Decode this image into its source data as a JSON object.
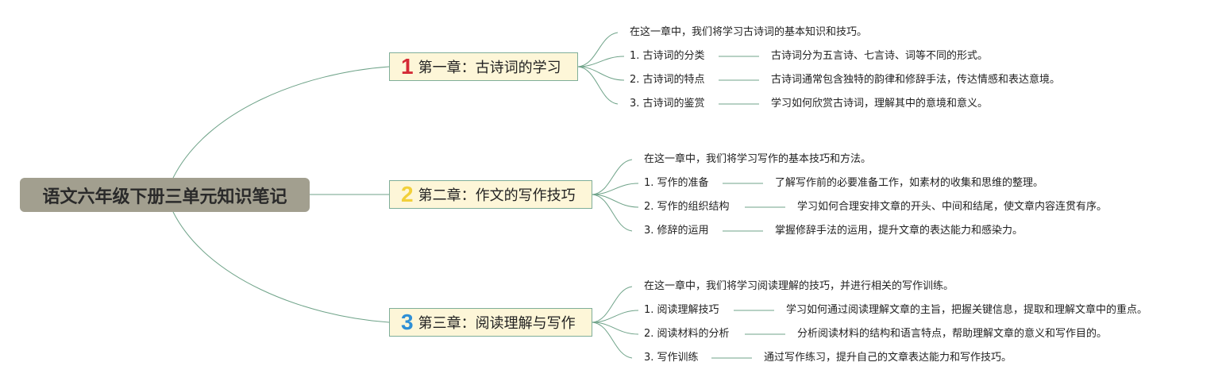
{
  "colors": {
    "root_bg": "#a29f8f",
    "chapter_bg": "#fdf6d8",
    "connector": "#6fa389",
    "num_1": "#d42a36",
    "num_2": "#f2d03a",
    "num_3": "#2e8fd6"
  },
  "root": {
    "title": "语文六年级下册三单元知识笔记"
  },
  "chapters": [
    {
      "number": "1",
      "title": "第一章：古诗词的学习",
      "intro": "在这一章中，我们将学习古诗词的基本知识和技巧。",
      "items": [
        {
          "label": "1. 古诗词的分类",
          "detail": "古诗词分为五言诗、七言诗、词等不同的形式。"
        },
        {
          "label": "2. 古诗词的特点",
          "detail": "古诗词通常包含独特的韵律和修辞手法，传达情感和表达意境。"
        },
        {
          "label": "3. 古诗词的鉴赏",
          "detail": "学习如何欣赏古诗词，理解其中的意境和意义。"
        }
      ]
    },
    {
      "number": "2",
      "title": "第二章：作文的写作技巧",
      "intro": "在这一章中，我们将学习写作的基本技巧和方法。",
      "items": [
        {
          "label": "1. 写作的准备",
          "detail": "了解写作前的必要准备工作，如素材的收集和思维的整理。"
        },
        {
          "label": "2. 写作的组织结构",
          "detail": "学习如何合理安排文章的开头、中间和结尾，使文章内容连贯有序。"
        },
        {
          "label": "3. 修辞的运用",
          "detail": "掌握修辞手法的运用，提升文章的表达能力和感染力。"
        }
      ]
    },
    {
      "number": "3",
      "title": "第三章：阅读理解与写作",
      "intro": "在这一章中，我们将学习阅读理解的技巧，并进行相关的写作训练。",
      "items": [
        {
          "label": "1. 阅读理解技巧",
          "detail": "学习如何通过阅读理解文章的主旨，把握关键信息，提取和理解文章中的重点。"
        },
        {
          "label": "2. 阅读材料的分析",
          "detail": "分析阅读材料的结构和语言特点，帮助理解文章的意义和写作目的。"
        },
        {
          "label": "3. 写作训练",
          "detail": "通过写作练习，提升自己的文章表达能力和写作技巧。"
        }
      ]
    }
  ]
}
